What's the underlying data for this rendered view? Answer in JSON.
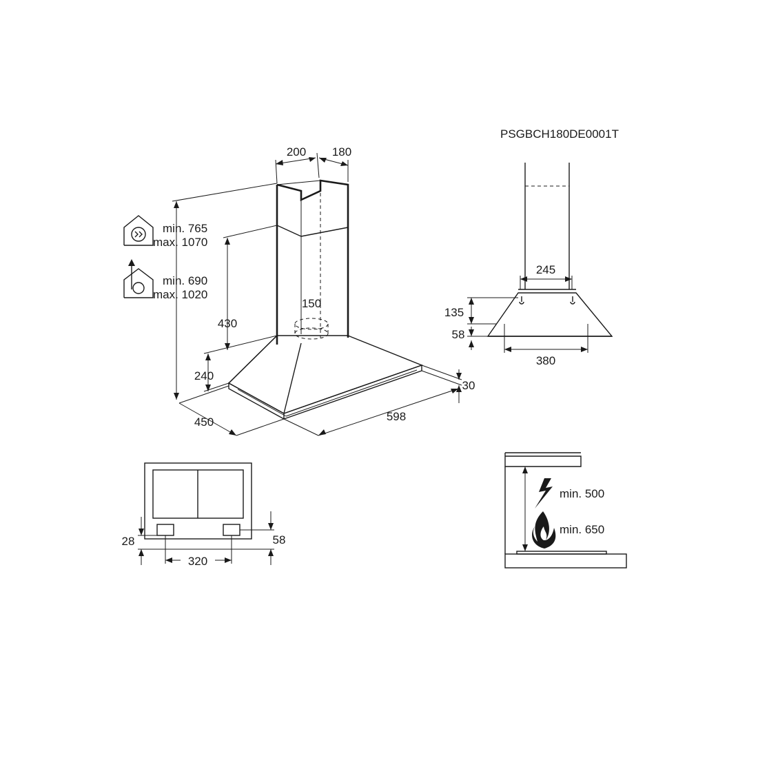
{
  "code": "PSGBCH180DE0001T",
  "colors": {
    "ink": "#1a1a1a",
    "background": "#ffffff"
  },
  "main_view": {
    "dims": {
      "top_width": "200",
      "top_depth": "180",
      "duct": "150",
      "chimney_lower": "430",
      "canopy_height": "240",
      "edge": "30",
      "depth": "450",
      "width": "598"
    },
    "extraction": {
      "icon": "house-extraction-icon",
      "min": "min. 765",
      "max": "max. 1070"
    },
    "recirculation": {
      "icon": "house-recirculation-icon",
      "min": "min. 690",
      "max": "max. 1020"
    }
  },
  "side_view": {
    "dims": {
      "chimney_width": "245",
      "canopy_height": "135",
      "edge": "58",
      "width": "380"
    }
  },
  "bottom_view": {
    "dims": {
      "left_offset": "28",
      "right_offset": "58",
      "hole_spacing": "320"
    }
  },
  "clearance": {
    "electric": {
      "icon": "lightning-icon",
      "label": "min. 500"
    },
    "gas": {
      "icon": "flame-icon",
      "label": "min. 650"
    }
  }
}
